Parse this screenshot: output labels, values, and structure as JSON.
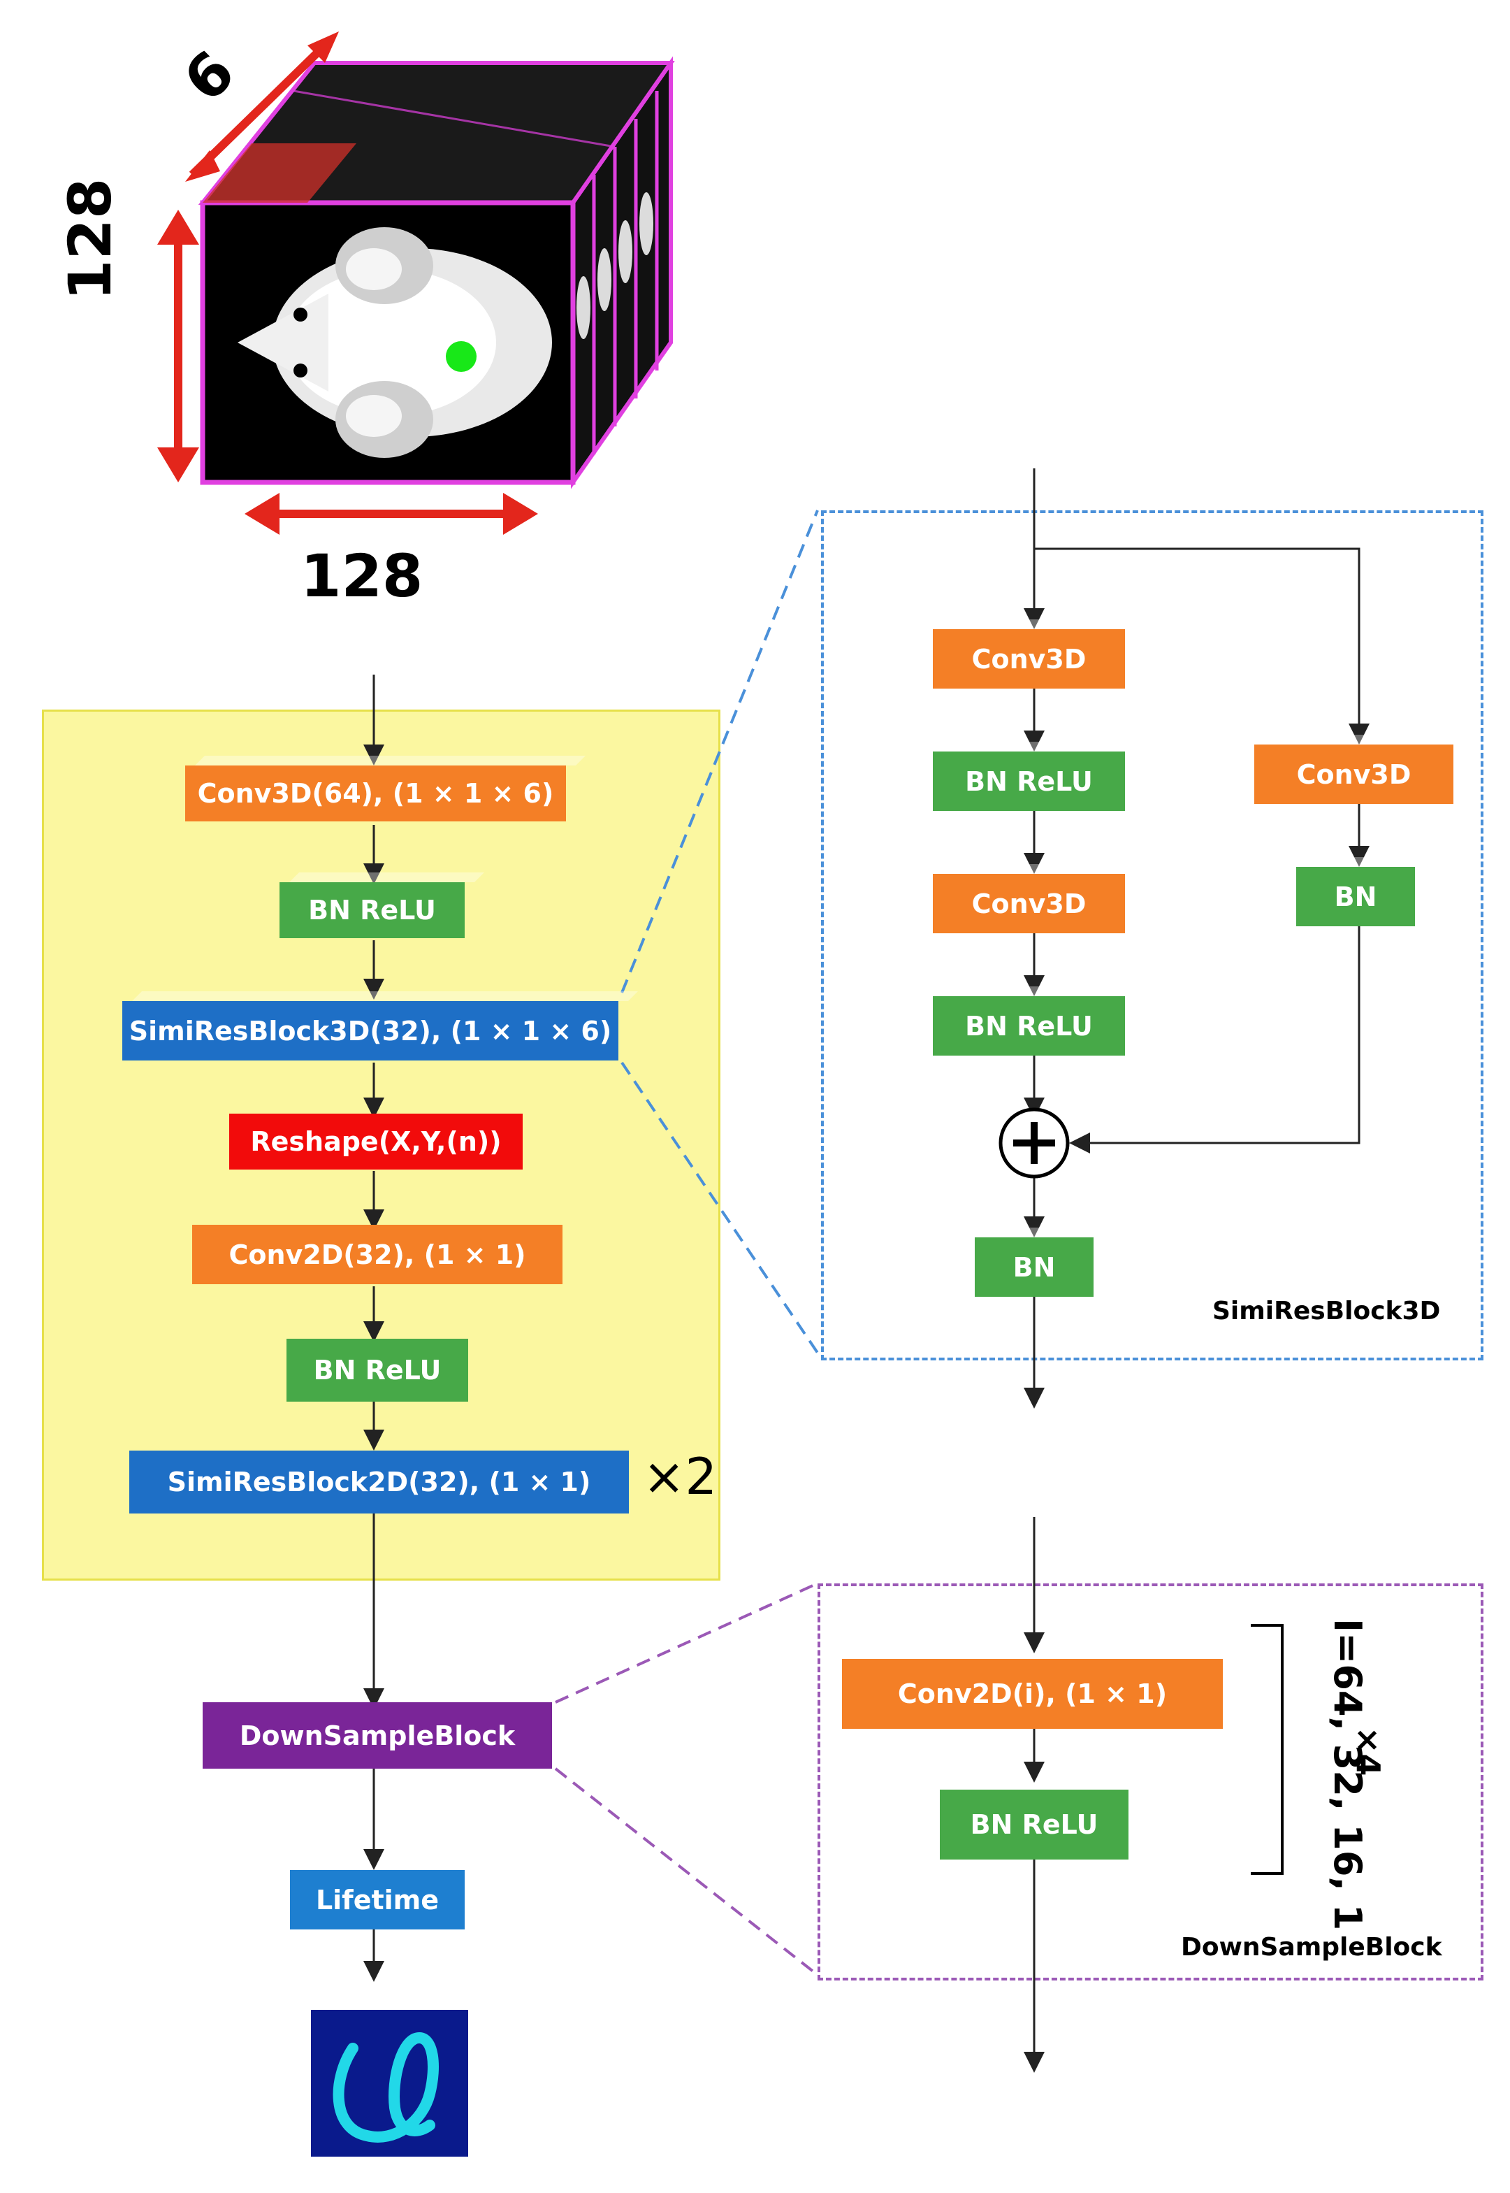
{
  "input_cube": {
    "depth_label": "6",
    "height_label": "128",
    "width_label": "128"
  },
  "main_flow": {
    "blocks": [
      {
        "label": "Conv3D(64), (1 × 1 × 6)",
        "color": "#f47f26"
      },
      {
        "label": "BN ReLU",
        "color": "#47a948"
      },
      {
        "label": "SimiResBlock3D(32), (1 × 1 × 6)",
        "color": "#1e6fc6"
      },
      {
        "label": "Reshape(X,Y,(n))",
        "color": "#f20b0b"
      },
      {
        "label": "Conv2D(32), (1 × 1)",
        "color": "#f47f26"
      },
      {
        "label": "BN ReLU",
        "color": "#47a948"
      },
      {
        "label": "SimiResBlock2D(32), (1 × 1)",
        "color": "#1e6fc6"
      }
    ],
    "repeat_label": "×2",
    "downsample_label": "DownSampleBlock",
    "lifetime_label": "Lifetime"
  },
  "simiresblock3d_detail": {
    "title": "SimiResBlock3D",
    "left_branch": [
      "Conv3D",
      "BN ReLU",
      "Conv3D",
      "BN ReLU"
    ],
    "right_branch": [
      "Conv3D",
      "BN"
    ],
    "output_block": "BN"
  },
  "downsample_detail": {
    "title": "DownSampleBlock",
    "blocks": [
      "Conv2D(i), (1 × 1)",
      "BN ReLU"
    ],
    "repeat_label": "×4",
    "i_values_label": "I=64, 32, 16, 1"
  },
  "colors": {
    "orange": "#f47f26",
    "green": "#47a948",
    "blue": "#1e6fc6",
    "red": "#f20b0b",
    "purple": "#7a2598",
    "highlight": "#fbf7a0",
    "dashed_blue": "#4a90d9",
    "dashed_purple": "#9b59b6"
  }
}
